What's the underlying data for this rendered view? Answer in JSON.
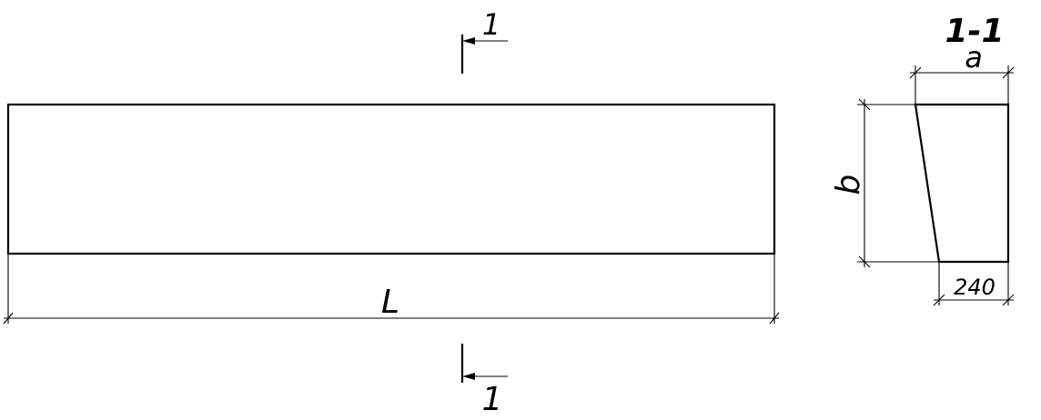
{
  "section_marks": {
    "top": "1",
    "bottom": "1"
  },
  "dimensions": {
    "length": "L",
    "section_title": "1-1",
    "top_width": "a",
    "height": "b",
    "bottom_width": "240"
  }
}
